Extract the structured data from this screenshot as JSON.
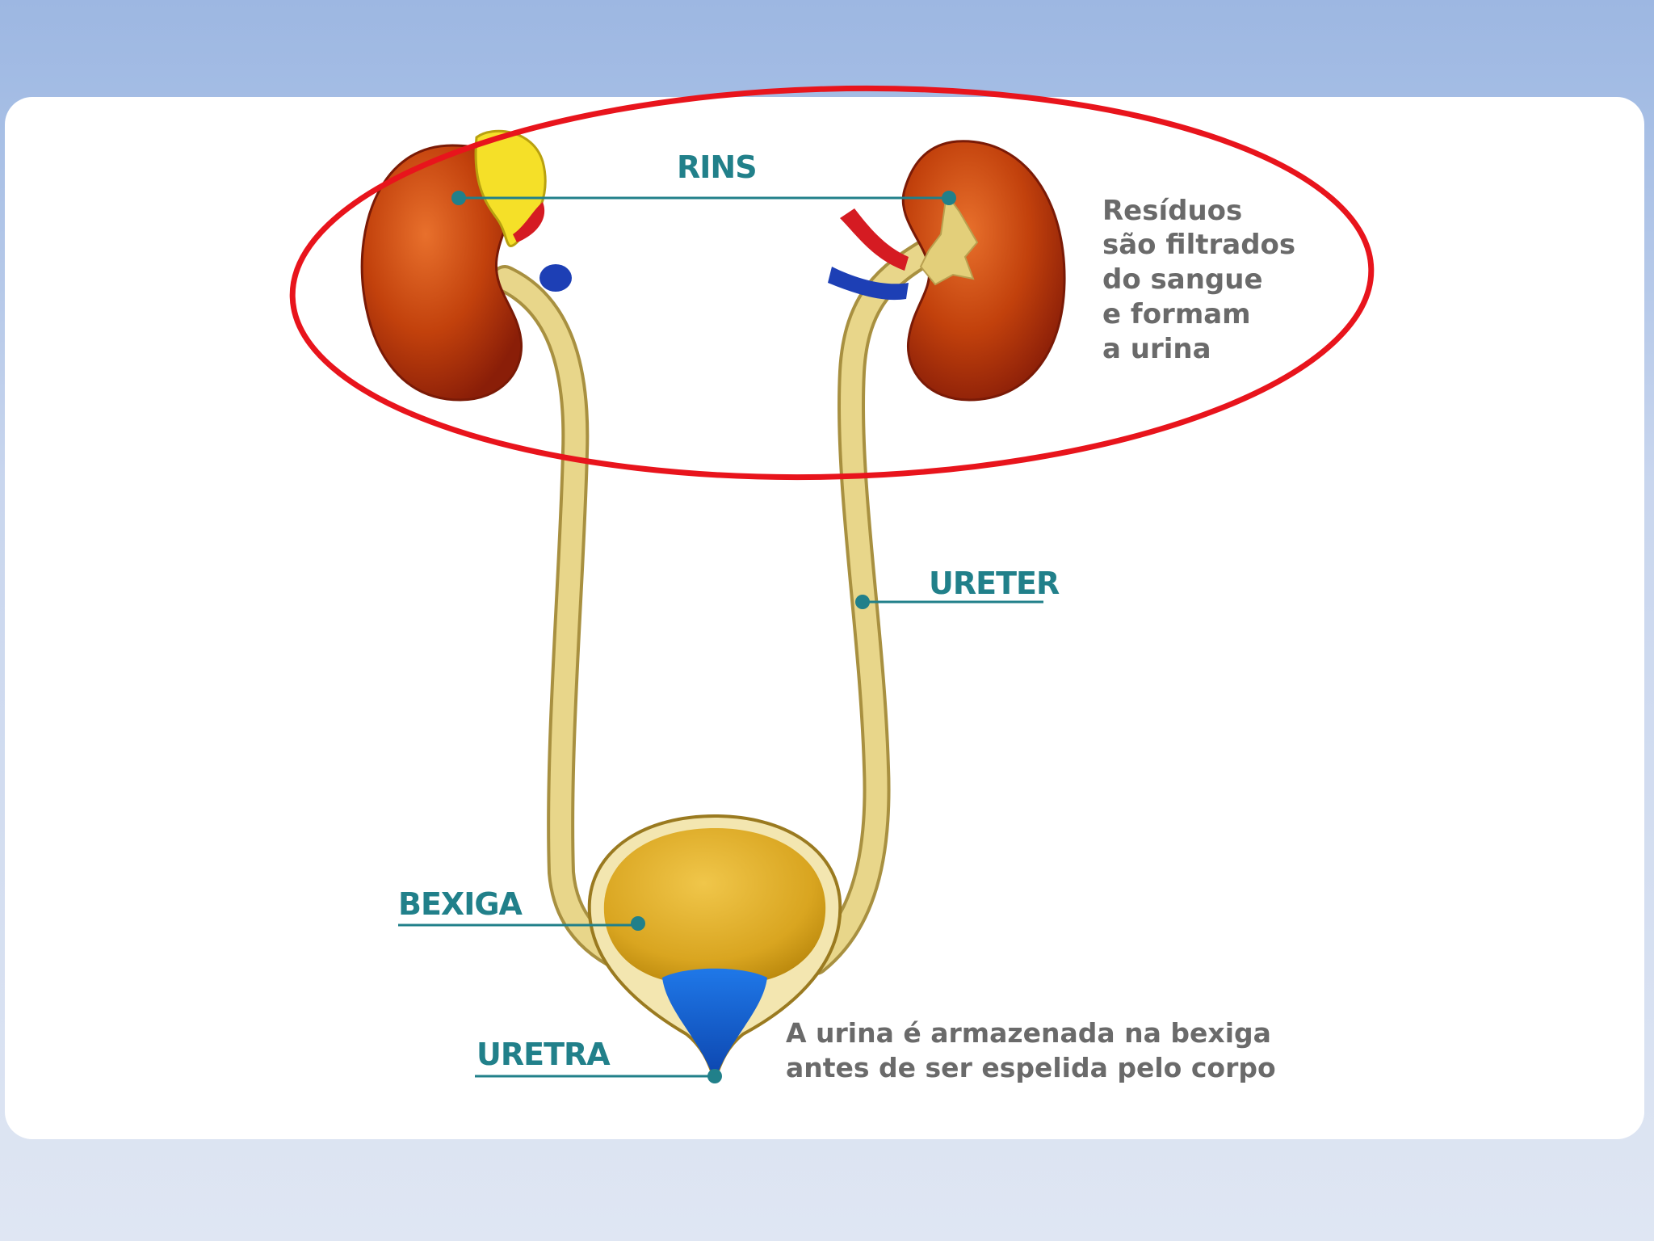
{
  "labels": {
    "kidneys": "RINS",
    "ureter": "URETER",
    "bladder": "BEXIGA",
    "urethra": "URETRA"
  },
  "captions": {
    "kidney_note": [
      "Resíduos",
      "são filtrados",
      "do sangue",
      "e formam",
      "a urina"
    ],
    "bladder_note": [
      "A urina é armazenada na bexiga",
      "antes de ser espelida pelo corpo"
    ]
  },
  "colors": {
    "label_teal": "#21808a",
    "caption_gray": "#6a6a6a",
    "highlight_red": "#e8141c",
    "kidney": "#c2410c",
    "ureter": "#e3cf7a",
    "bladder": "#d9a520",
    "urethra_blue": "#1565d6",
    "vessel_red": "#d51b22",
    "vessel_blue": "#1d3fb5",
    "adrenal_yellow": "#f5e028"
  }
}
